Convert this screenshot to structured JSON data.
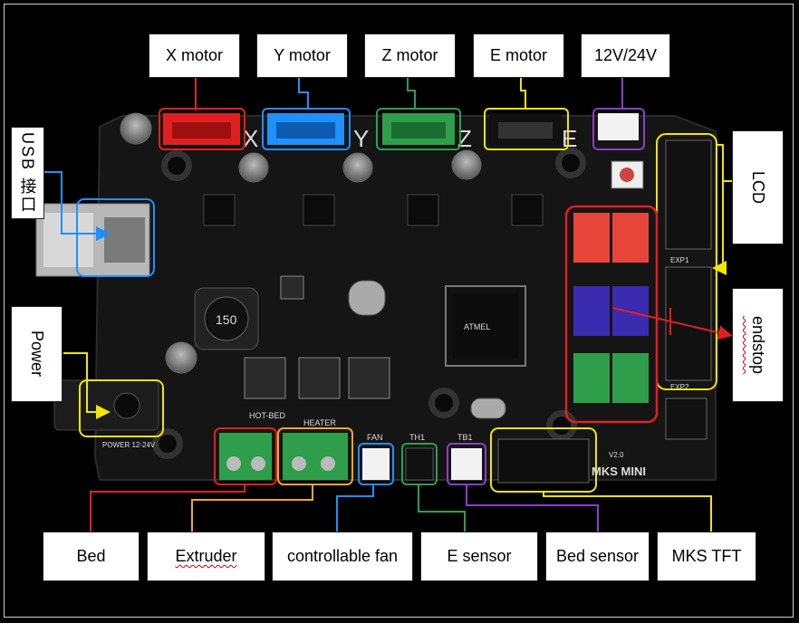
{
  "labels": {
    "x_motor": "X motor",
    "y_motor": "Y motor",
    "z_motor": "Z motor",
    "e_motor": "E motor",
    "power_in": "12V/24V",
    "usb": "USB 接口",
    "power": "Power",
    "lcd": "LCD",
    "endstop": "endstop",
    "bed": "Bed",
    "extruder": "Extruder",
    "fan": "controllable fan",
    "e_sensor": "E sensor",
    "bed_sensor": "Bed sensor",
    "mks_tft": "MKS TFT"
  },
  "board_text": {
    "brand": "MKS MINI",
    "version": "V2.0",
    "hot_bed": "HOT-BED",
    "heater": "HEATER",
    "fan": "FAN",
    "th1": "TH1",
    "tb1": "TB1",
    "power": "POWER 12-24V",
    "inductor": "150",
    "axis_x": "X",
    "axis_y": "Y",
    "axis_z": "Z",
    "axis_e": "E",
    "exp1": "EXP1",
    "exp2": "EXP2"
  },
  "colors": {
    "red": "#e02020",
    "blue": "#1e90ff",
    "green": "#2e9e4a",
    "yellow": "#f2e600",
    "purple": "#8a3fc8",
    "orange": "#f5a623",
    "pcb": "#151515"
  }
}
